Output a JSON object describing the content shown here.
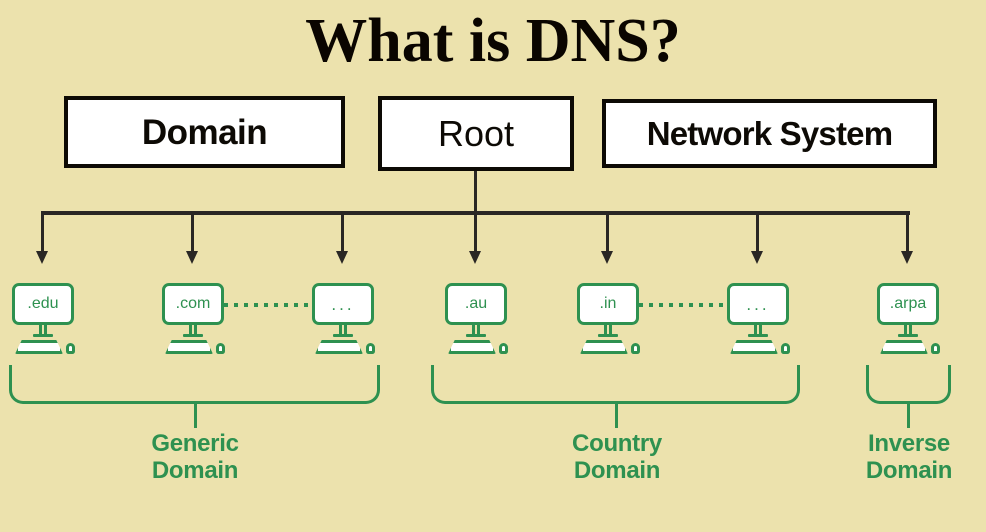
{
  "page": {
    "title": "What is DNS?",
    "background_color": "#ece2ad",
    "ink_color": "#2a2724",
    "green_color": "#2e9150"
  },
  "acronym_boxes": [
    {
      "label": "Domain",
      "id": "domain"
    },
    {
      "label": "Root",
      "id": "root"
    },
    {
      "label": "Network System",
      "id": "network-system"
    }
  ],
  "nodes": [
    {
      "label": ".edu",
      "group": "generic"
    },
    {
      "label": ".com",
      "group": "generic"
    },
    {
      "label": "...",
      "group": "generic"
    },
    {
      "label": ".au",
      "group": "country"
    },
    {
      "label": ".in",
      "group": "country"
    },
    {
      "label": "...",
      "group": "country"
    },
    {
      "label": ".arpa",
      "group": "inverse"
    }
  ],
  "groups": [
    {
      "id": "generic",
      "line1": "Generic",
      "line2": "Domain"
    },
    {
      "id": "country",
      "line1": "Country",
      "line2": "Domain"
    },
    {
      "id": "inverse",
      "line1": "Inverse",
      "line2": "Domain"
    }
  ]
}
